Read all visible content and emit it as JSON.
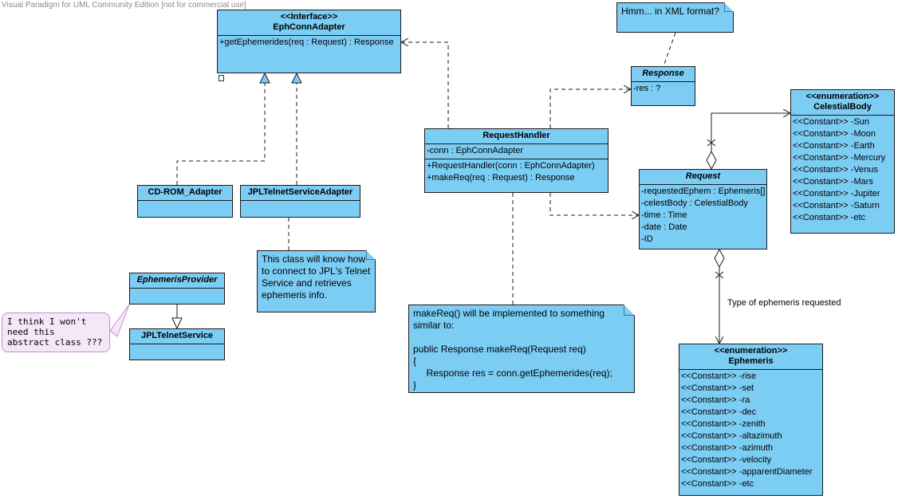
{
  "watermark": "Visual Paradigm for UML Community Edition [not for commercial use]",
  "classes": {
    "eph_conn_adapter": {
      "stereotype": "<<Interface>>",
      "name": "EphConnAdapter",
      "operations": [
        "+getEphemerides(req : Request) : Response"
      ]
    },
    "response": {
      "name": "Response",
      "attributes": [
        "-res : ?"
      ]
    },
    "request_handler": {
      "name": "RequestHandler",
      "attributes": [
        "-conn : EphConnAdapter"
      ],
      "operations": [
        "+RequestHandler(conn : EphConnAdapter)",
        "+makeReq(req : Request) : Response"
      ]
    },
    "celestial_body": {
      "stereotype": "<<enumeration>>",
      "name": "CelestialBody",
      "literals": [
        "<<Constant>> -Sun",
        "<<Constant>> -Moon",
        "<<Constant>> -Earth",
        "<<Constant>> -Mercury",
        "<<Constant>> -Venus",
        "<<Constant>> -Mars",
        "<<Constant>> -Jupiter",
        "<<Constant>> -Saturn",
        "<<Constant>> -etc"
      ]
    },
    "request": {
      "name": "Request",
      "attributes": [
        "-requestedEphem : Ephemeris[]",
        "-celestBody : CelestialBody",
        "-time : Time",
        "-date : Date",
        "-ID"
      ]
    },
    "cd_rom_adapter": {
      "name": "CD-ROM_Adapter"
    },
    "jpl_telnet_service_adapter": {
      "name": "JPLTelnetServiceAdapter"
    },
    "ephemeris_provider": {
      "name": "EphemerisProvider"
    },
    "jpl_telnet_service": {
      "name": "JPLTelnetService"
    },
    "ephemeris": {
      "stereotype": "<<enumeration>>",
      "name": "Ephemeris",
      "literals": [
        "<<Constant>> -rise",
        "<<Constant>> -set",
        "<<Constant>> -ra",
        "<<Constant>> -dec",
        "<<Constant>> -zenith",
        "<<Constant>> -altazimuth",
        "<<Constant>> -azimuth",
        "<<Constant>> -velocity",
        "<<Constant>> -apparentDiameter",
        "<<Constant>> -etc"
      ]
    }
  },
  "notes": {
    "xml_note": [
      "Hmm... in XML format?"
    ],
    "telnet_note": [
      "This class will know how",
      "to connect to JPL's Telnet",
      "Service and retrieves",
      "ephemeris info."
    ],
    "makereq_note": [
      "makeReq() will be implemented to something",
      "similar to:",
      "",
      "public Response makeReq(Request req)",
      "{",
      "     Response res = conn.getEphemerides(req);",
      "}"
    ],
    "comment_bubble": [
      "I think I won't",
      "need this",
      "abstract class ???"
    ]
  },
  "edge_labels": {
    "ephemeris_assoc": "Type of ephemeris requested"
  },
  "colors": {
    "class_fill": "#7ccdf4",
    "border": "#1b1b1b",
    "bubble_fill": "#f5e6f8",
    "bubble_border": "#c98ad6"
  }
}
